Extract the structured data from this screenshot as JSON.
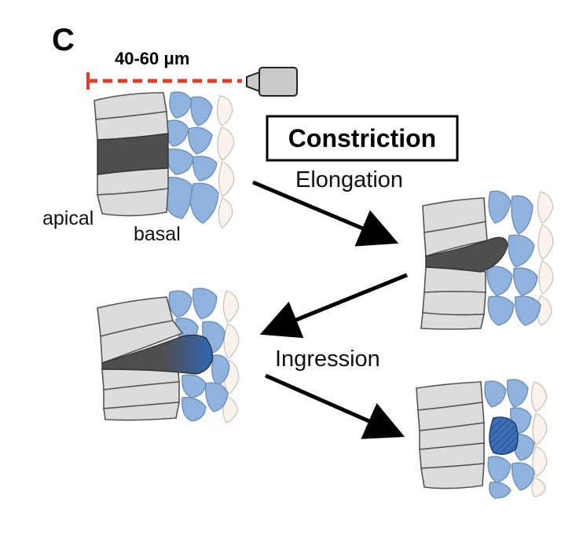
{
  "figure": {
    "panel_letter": "C",
    "scale_bar_label": "40-60 μm",
    "labels": {
      "constriction": "Constriction",
      "elongation": "Elongation",
      "ingression": "Ingression",
      "apical": "apical",
      "basal": "basal"
    },
    "colors": {
      "scale_bar": "#d9412f",
      "gray_cell": "#dcdcdc",
      "blue_cell": "#8fb3dc",
      "pale_cell": "#faf3ec",
      "constricting_cell": "#4e4e4e",
      "ingressing_cell": "#2f66b3",
      "arrow": "#000000"
    },
    "icons": [
      "microscope-objective-icon"
    ]
  }
}
